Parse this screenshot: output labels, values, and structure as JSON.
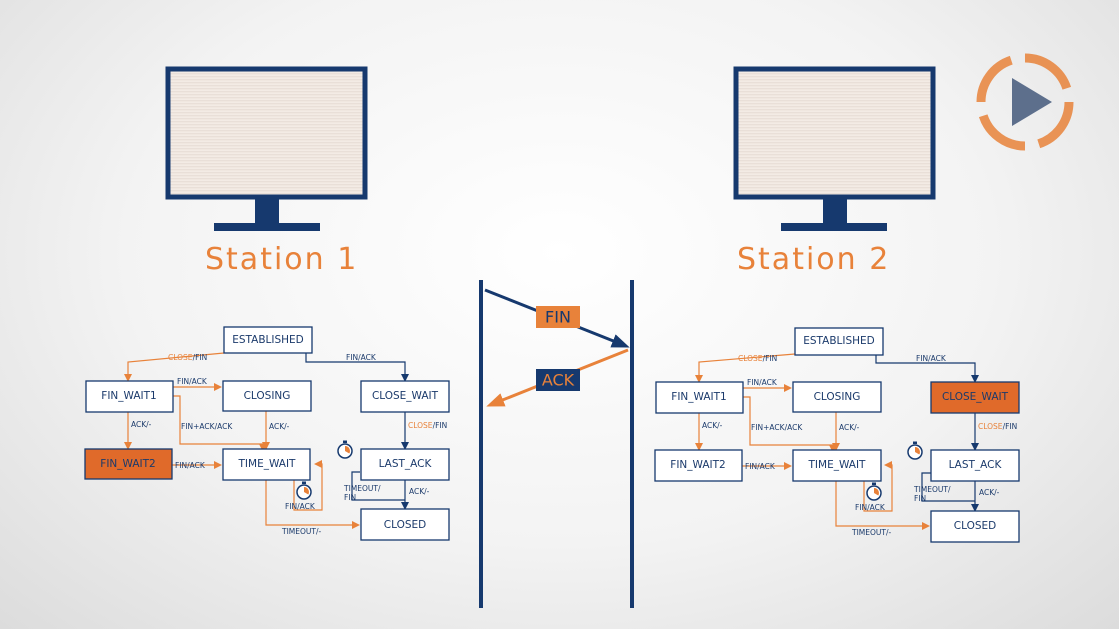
{
  "colors": {
    "navy": "#16396e",
    "orange": "#e8823a",
    "box_fill": "#ffffff",
    "highlight": "#e06a2a"
  },
  "stations": [
    {
      "label": "Station 1"
    },
    {
      "label": "Station 2"
    }
  ],
  "messages": {
    "fin": "FIN",
    "ack": "ACK"
  },
  "play_button": {
    "icon": "play-icon"
  },
  "diagram1": {
    "established": "ESTABLISHED",
    "fin_wait1": "FIN_WAIT1",
    "closing": "CLOSING",
    "close_wait": "CLOSE_WAIT",
    "fin_wait2": "FIN_WAIT2",
    "time_wait": "TIME_WAIT",
    "last_ack": "LAST_ACK",
    "closed": "CLOSED",
    "lbl_close_fin_a": "CLOSE",
    "lbl_close_fin_b": "/FIN",
    "lbl_fin_ack_top": "FIN/ACK",
    "lbl_fin_ack_1": "FIN/ACK",
    "lbl_ack_1": "ACK/-",
    "lbl_fin_ack_ack": "FIN+ACK/ACK",
    "lbl_ack_2": "ACK/-",
    "lbl_close_fin2_a": "CLOSE",
    "lbl_close_fin2_b": "/FIN",
    "lbl_fin_ack_2": "FIN/ACK",
    "lbl_timeout_fin_a": "TIMEOUT/",
    "lbl_timeout_fin_b": "FIN",
    "lbl_ack_3": "ACK/-",
    "lbl_fin_ack_3": "FIN/ACK",
    "lbl_timeout": "TIMEOUT/-"
  },
  "diagram2": {
    "established": "ESTABLISHED",
    "fin_wait1": "FIN_WAIT1",
    "closing": "CLOSING",
    "close_wait": "CLOSE_WAIT",
    "fin_wait2": "FIN_WAIT2",
    "time_wait": "TIME_WAIT",
    "last_ack": "LAST_ACK",
    "closed": "CLOSED",
    "lbl_close_fin_a": "CLOSE",
    "lbl_close_fin_b": "/FIN",
    "lbl_fin_ack_top": "FIN/ACK",
    "lbl_fin_ack_1": "FIN/ACK",
    "lbl_ack_1": "ACK/-",
    "lbl_fin_ack_ack": "FIN+ACK/ACK",
    "lbl_ack_2": "ACK/-",
    "lbl_close_fin2_a": "CLOSE",
    "lbl_close_fin2_b": "/FIN",
    "lbl_fin_ack_2": "FIN/ACK",
    "lbl_timeout_fin_a": "TIMEOUT/",
    "lbl_timeout_fin_b": "FIN",
    "lbl_ack_3": "ACK/-",
    "lbl_fin_ack_3": "FIN/ACK",
    "lbl_timeout": "TIMEOUT/-"
  }
}
